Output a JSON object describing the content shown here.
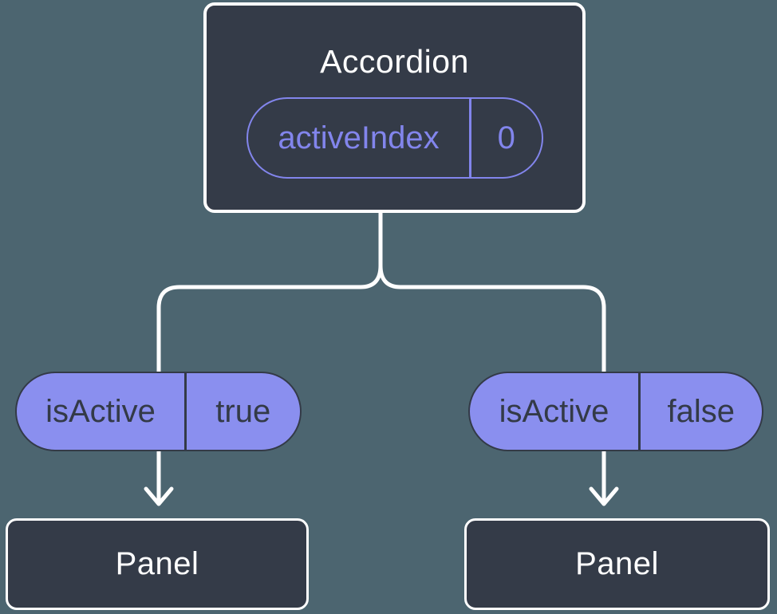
{
  "diagram": {
    "colors": {
      "background": "#4C6570",
      "node_fill": "#343B48",
      "node_border": "#FFFFFF",
      "pill_fill": "#8A8FEF",
      "pill_dark": "#333A47",
      "accent_purple": "#8285EC",
      "connector": "#FFFFFF",
      "title_text": "#FFFFFF"
    },
    "root": {
      "title": "Accordion",
      "state": {
        "name": "activeIndex",
        "value": "0"
      }
    },
    "branches": [
      {
        "prop": {
          "name": "isActive",
          "value": "true"
        },
        "child": {
          "title": "Panel"
        }
      },
      {
        "prop": {
          "name": "isActive",
          "value": "false"
        },
        "child": {
          "title": "Panel"
        }
      }
    ]
  }
}
